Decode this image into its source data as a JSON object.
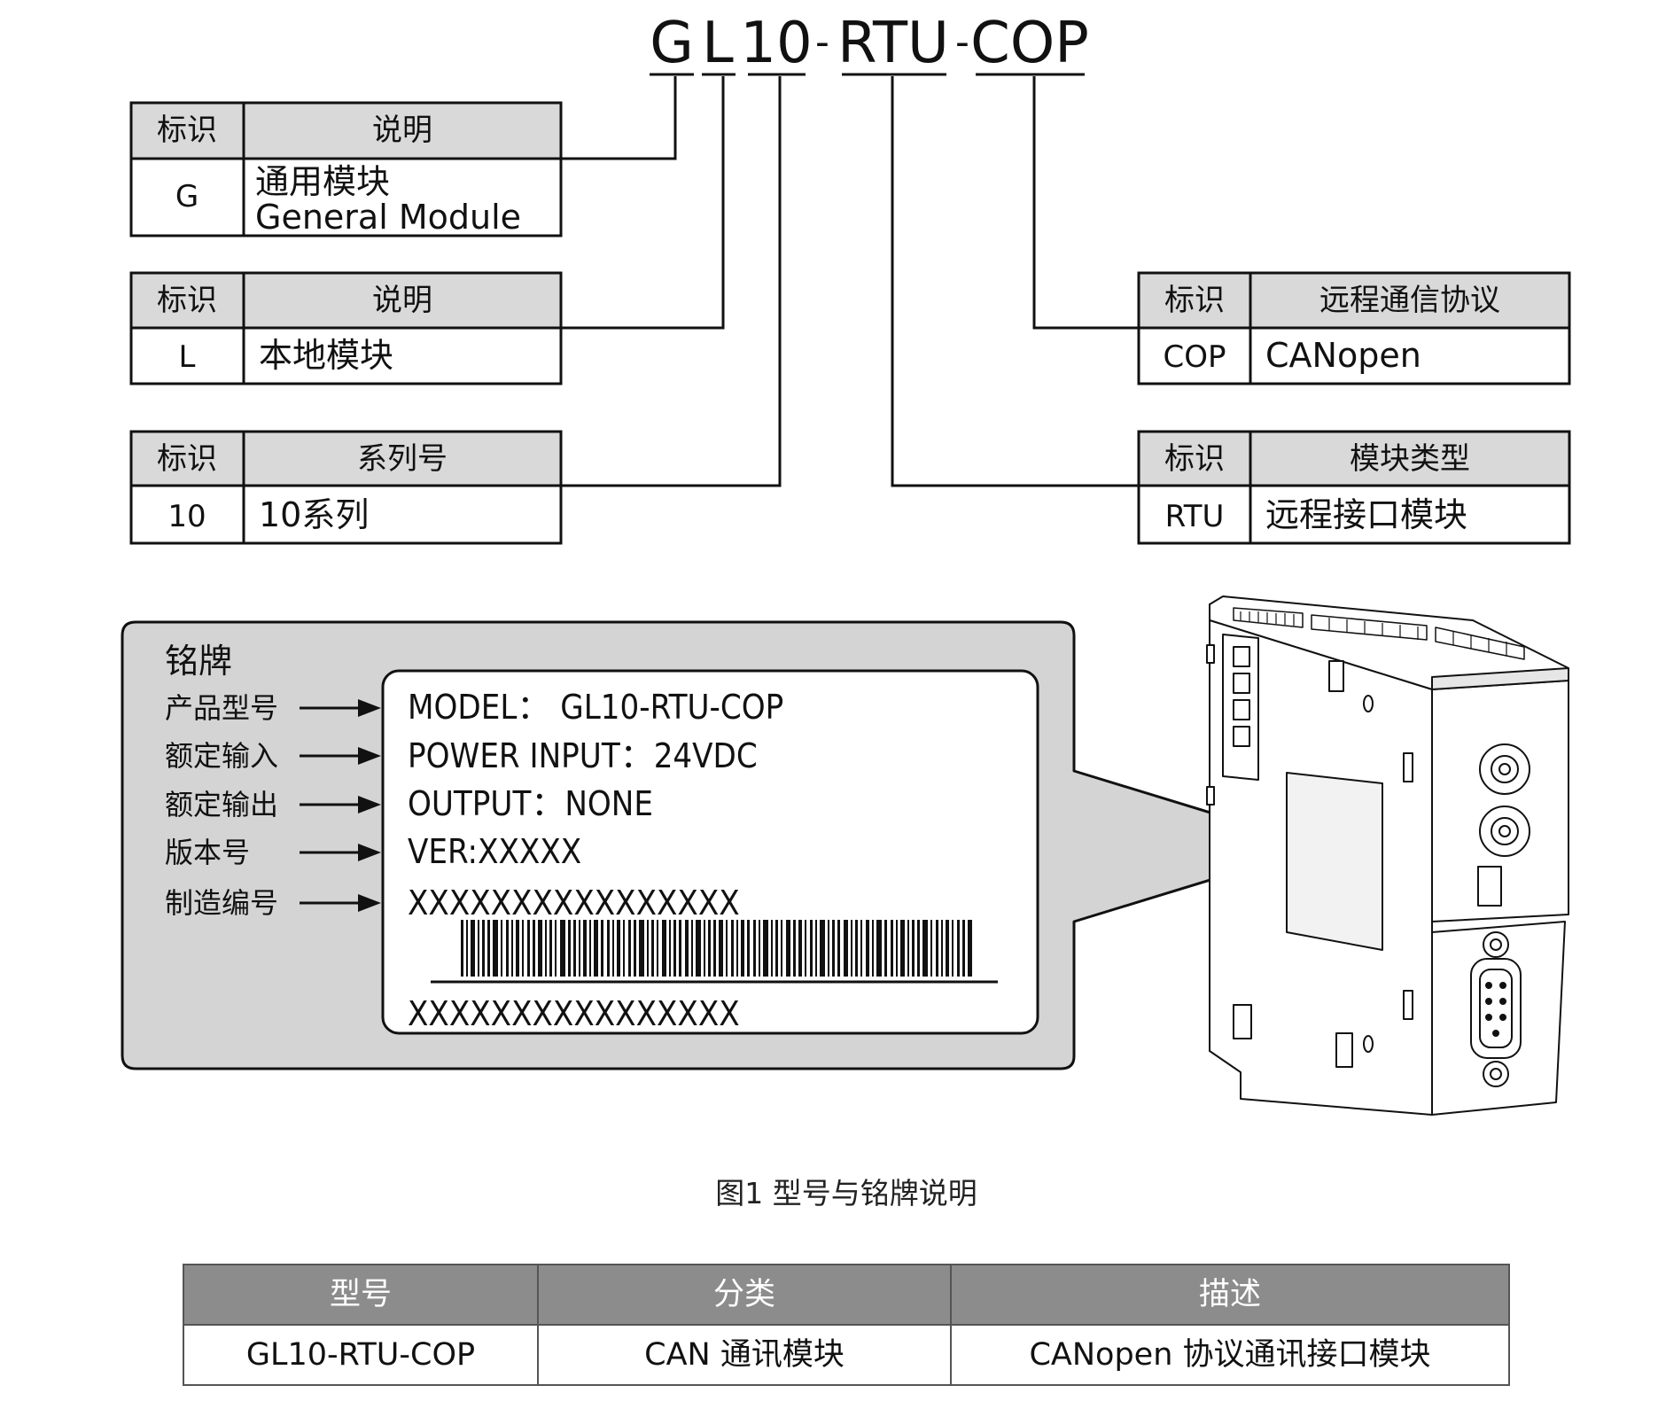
{
  "model_code": {
    "parts": [
      "G",
      "L",
      "10",
      "-",
      "RTU",
      "-",
      "COP"
    ]
  },
  "tables": {
    "g": {
      "head_id": "标识",
      "head_desc": "说明",
      "id": "G",
      "desc_line1": "通用模块",
      "desc_line2": "General Module"
    },
    "l": {
      "head_id": "标识",
      "head_desc": "说明",
      "id": "L",
      "desc": "本地模块"
    },
    "series": {
      "head_id": "标识",
      "head_desc": "系列号",
      "id": "10",
      "desc": "10系列"
    },
    "protocol": {
      "head_id": "标识",
      "head_desc": "远程通信协议",
      "id": "COP",
      "desc": "CANopen"
    },
    "module_type": {
      "head_id": "标识",
      "head_desc": "模块类型",
      "id": "RTU",
      "desc": "远程接口模块"
    }
  },
  "nameplate": {
    "title": "铭牌",
    "labels": [
      "产品型号",
      "额定输入",
      "额定输出",
      "版本号",
      "制造编号"
    ],
    "lines": [
      "MODEL：  GL10-RTU-COP",
      "POWER INPUT：24VDC",
      "OUTPUT：NONE",
      "VER:XXXXX",
      "XXXXXXXXXXXXXXXX"
    ],
    "barcode_text": "XXXXXXXXXXXXXXXX"
  },
  "caption": "图1 型号与铭牌说明",
  "bottom_table": {
    "headers": [
      "型号",
      "分类",
      "描述"
    ],
    "row": [
      "GL10-RTU-COP",
      "CAN 通讯模块",
      "CANopen 协议通讯接口模块"
    ]
  },
  "colors": {
    "header_fill": "#d9d9d9",
    "nameplate_fill": "#d4d4d4",
    "bottom_header_fill": "#8c8c8c"
  }
}
